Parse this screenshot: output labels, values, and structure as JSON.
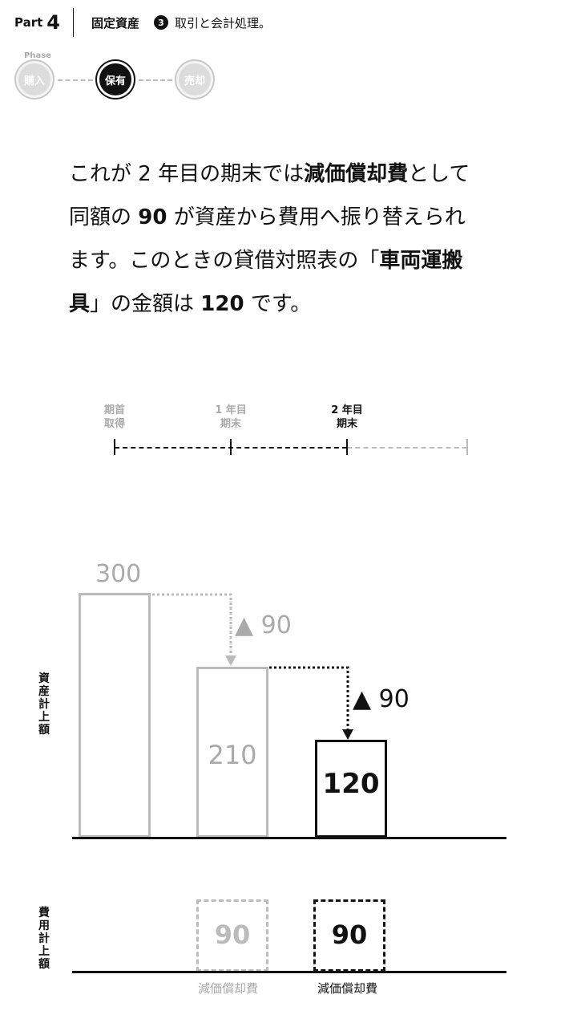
{
  "header": {
    "part_label": "Part",
    "part_number": "4",
    "section": "固定資産",
    "step_number": "3",
    "subsection": "取引と会計処理。"
  },
  "phase": {
    "label": "Phase",
    "steps": [
      "購入",
      "保有",
      "売却"
    ],
    "active_index": 1
  },
  "paragraph": {
    "l1_a": "これが 2 年目の期末では",
    "l1_b": "減価償却費",
    "l1_c": "として",
    "l2_a": "同額の ",
    "l2_b": "90",
    "l2_c": " が資産から費用へ振り替えられ",
    "l3_a": "ます。このときの貸借対照表の「",
    "l3_b": "車両運搬",
    "l4_a": "具",
    "l4_b": "」の金額は ",
    "l4_c": "120",
    "l4_d": " です。"
  },
  "timeline": {
    "points": [
      {
        "line1": "期首",
        "line2": "取得"
      },
      {
        "line1": "1 年目",
        "line2": "期末"
      },
      {
        "line1": "2 年目",
        "line2": "期末"
      }
    ],
    "current_index": 2
  },
  "chart_data": {
    "type": "bar",
    "asset_label": "資産計上額",
    "expense_label": "費用計上額",
    "asset_values": [
      300,
      210,
      120
    ],
    "asset_value_labels": [
      "300",
      "210",
      "120"
    ],
    "decrease_labels": [
      "▲ 90",
      "▲ 90"
    ],
    "expense_values": [
      90,
      90
    ],
    "expense_value_labels": [
      "90",
      "90"
    ],
    "expense_names": [
      "減価償却費",
      "減価償却費"
    ],
    "colors": {
      "past": "#bbbbbb",
      "current": "#111111"
    }
  }
}
